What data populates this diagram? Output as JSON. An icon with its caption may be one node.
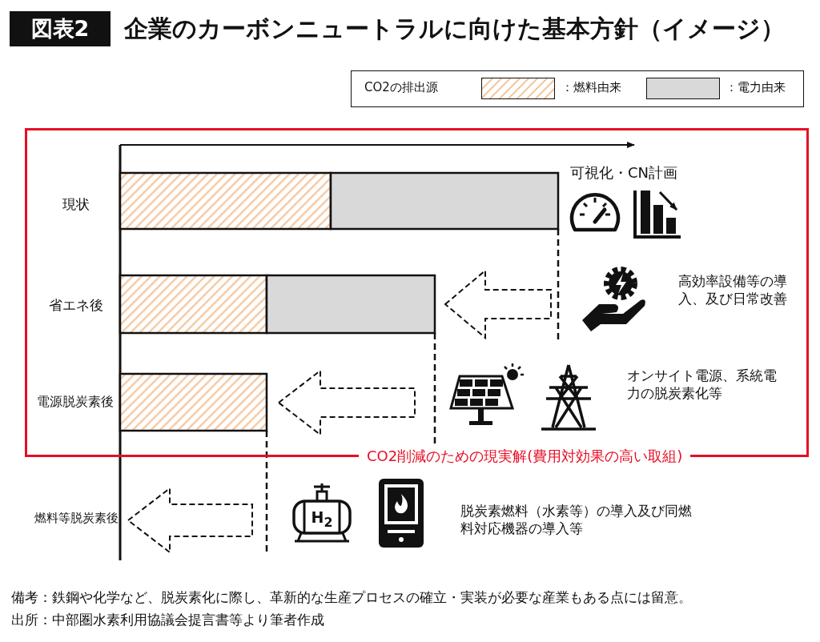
{
  "diagram": {
    "title": "企業のカーボンニュートラルに向けた基本方針（イメージ）",
    "nodes": [
      {
        "text": [
          "CO2削減のための現実解(費用対効果の高い取組)"
        ]
      }
    ],
    "labels": [
      "図表2",
      "CO2の排出源",
      "現状",
      "可視化・CN計画",
      "省エネ後",
      "高効率設備等の導入、及び日常改善",
      "電源脱炭素後",
      "オンサイト電源、系統電力の脱炭素化等",
      "燃料等脱炭素後",
      "H$_{2}$",
      "脱炭素燃料（水素等）の導入及び同燃料対応機器の導入等",
      "備考：鉄鋼や化学など、脱炭素化に際し、革新的な生産プロセスの確立・実装が必要な産業もある点には留意。",
      "出所：中部圏水素利用協議会提言書等より筆者作成"
    ],
    "legend": [
      {
        "text": "：燃料由来"
      },
      {
        "text": "：電力由来",
        "color": "#d9d9d9"
      }
    ]
  }
}
